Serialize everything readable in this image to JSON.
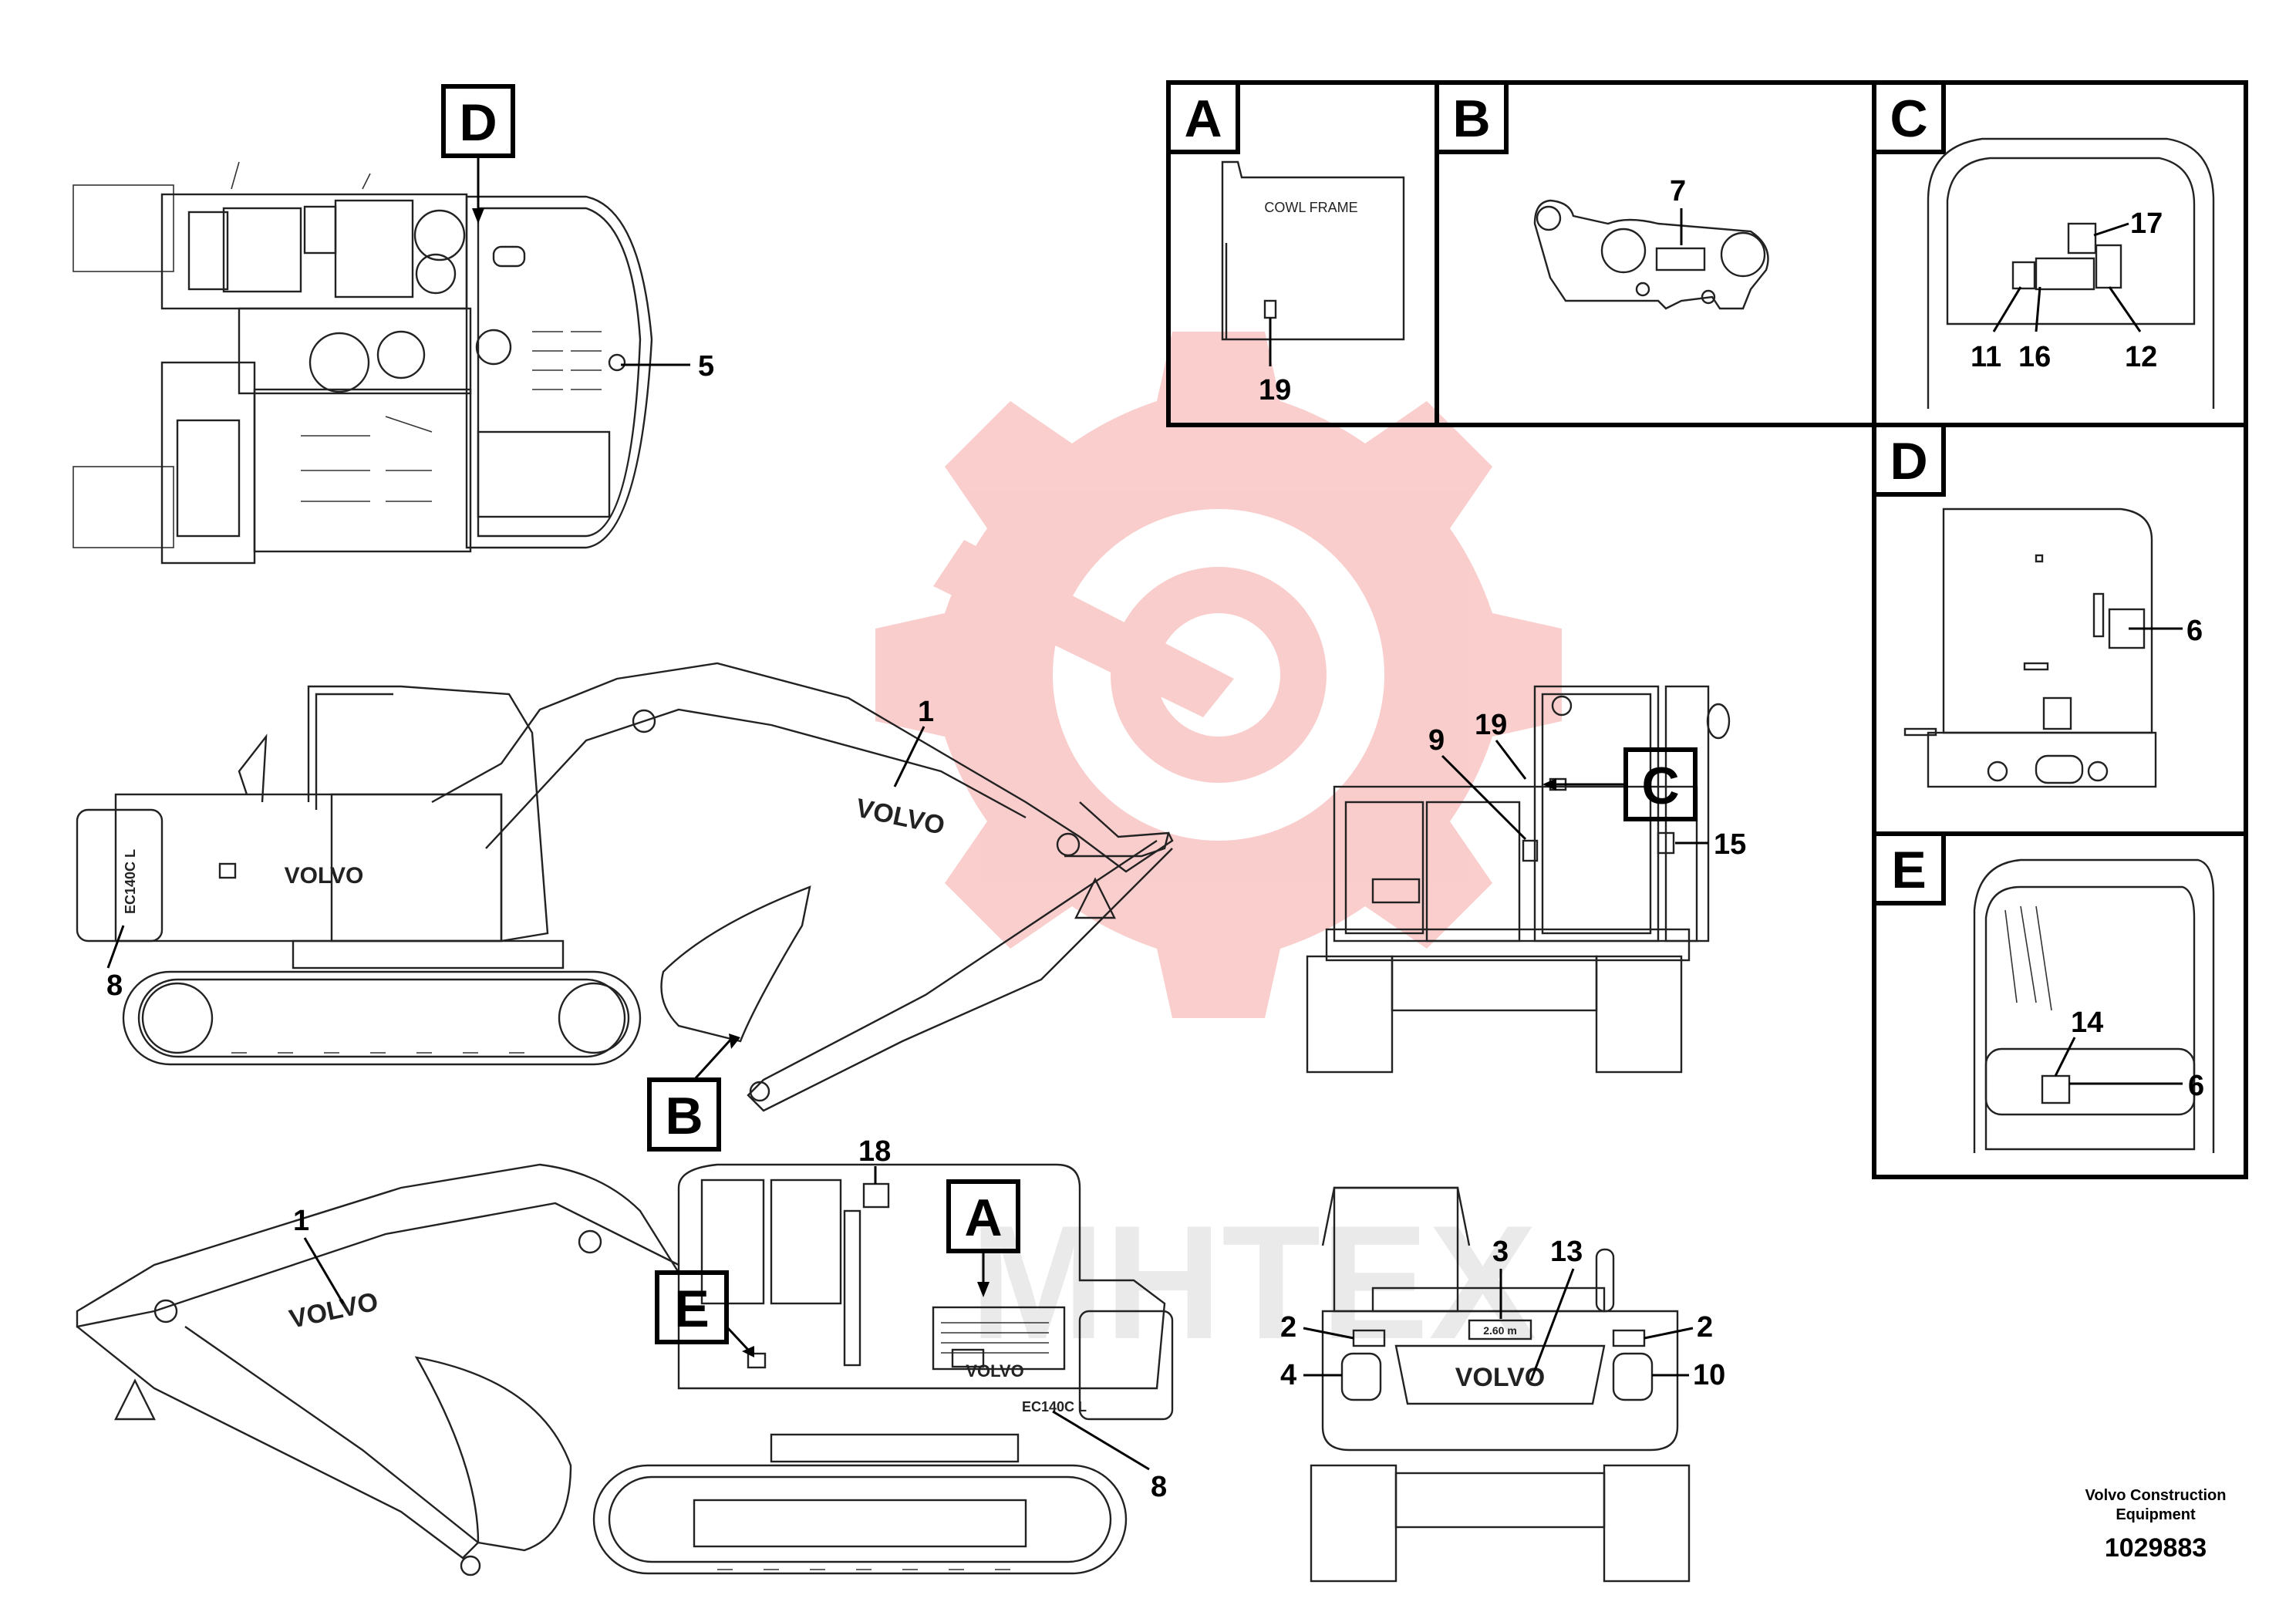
{
  "views": {
    "A": {
      "letter": "A",
      "text": "COWL FRAME"
    },
    "B": {
      "letter": "B"
    },
    "C": {
      "letter": "C"
    },
    "D": {
      "letter": "D"
    },
    "E": {
      "letter": "E"
    }
  },
  "callouts": {
    "top_plan": {
      "d": "D",
      "n5": "5"
    },
    "side_left": {
      "n1": "1",
      "n8": "8",
      "b": "B"
    },
    "rear_right": {
      "n9": "9",
      "n19": "19",
      "c": "C",
      "n15": "15"
    },
    "side_right": {
      "n1": "1",
      "n18": "18",
      "a": "A",
      "e": "E",
      "n8": "8"
    },
    "front": {
      "n3": "3",
      "n13": "13",
      "n2a": "2",
      "n2b": "2",
      "n4": "4",
      "n10": "10"
    },
    "detail_A": {
      "n19": "19"
    },
    "detail_B": {
      "n7": "7"
    },
    "detail_C": {
      "n17": "17",
      "n11": "11",
      "n16": "16",
      "n12": "12"
    },
    "detail_D": {
      "n6": "6"
    },
    "detail_E": {
      "n14": "14",
      "n6": "6"
    }
  },
  "decals": {
    "brand": "VOLVO",
    "model": "EC140C L",
    "capacity": "2.60 m"
  },
  "watermark": {
    "text": "MHTEX"
  },
  "footer": {
    "line1": "Volvo Construction",
    "line2": "Equipment",
    "number": "1029883"
  }
}
